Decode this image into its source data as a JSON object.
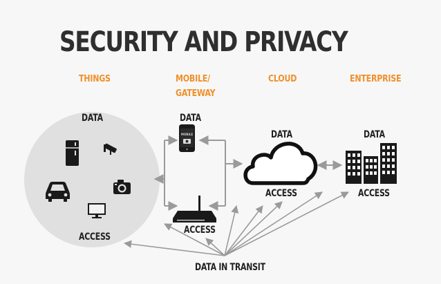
{
  "title": "SECURITY AND PRIVACY",
  "columns": {
    "things": "THINGS",
    "mobile_gateway_line1": "MOBILE/",
    "mobile_gateway_line2": "GATEWAY",
    "cloud": "CLOUD",
    "enterprise": "ENTERPRISE"
  },
  "labels": {
    "things_data": "DATA",
    "things_access": "ACCESS",
    "mobile_data": "DATA",
    "gateway_access": "ACCESS",
    "cloud_data": "DATA",
    "cloud_access": "ACCESS",
    "enterprise_data": "DATA",
    "enterprise_access": "ACCESS",
    "data_in_transit": "DATA IN TRANSIT"
  },
  "phone_screen_text": "MOBILE",
  "icons": [
    "fridge-icon",
    "security-camera-icon",
    "car-icon",
    "camera-icon",
    "monitor-icon",
    "smartphone-icon",
    "router-icon",
    "cloud-icon",
    "buildings-icon"
  ],
  "colors": {
    "accent": "#f0902a",
    "title": "#2f2f2f",
    "text": "#222222",
    "arrow": "#9a9a9a",
    "circle": "#e0e0e0",
    "icon": "#1a1a1a"
  }
}
